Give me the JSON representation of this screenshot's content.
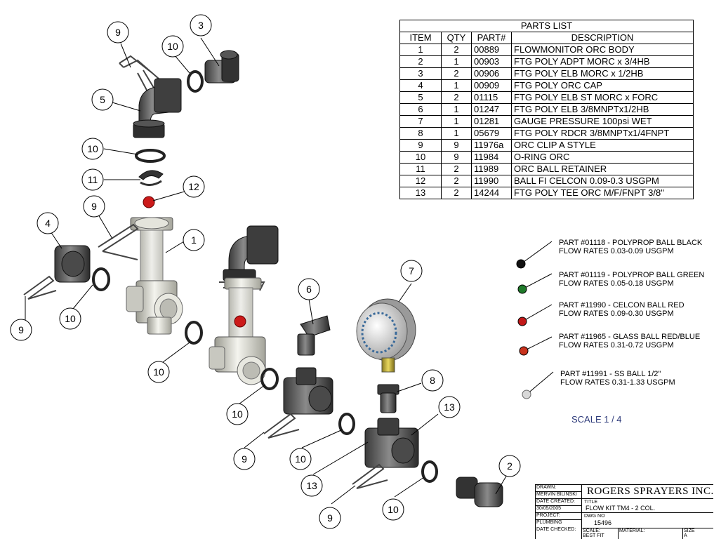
{
  "parts_list": {
    "title": "PARTS LIST",
    "headers": [
      "ITEM",
      "QTY",
      "PART#",
      "DESCRIPTION"
    ],
    "rows": [
      {
        "item": "1",
        "qty": "2",
        "part": "00889",
        "desc": "FLOWMONITOR ORC BODY"
      },
      {
        "item": "2",
        "qty": "1",
        "part": "00903",
        "desc": "FTG POLY ADPT MORC x 3/4HB"
      },
      {
        "item": "3",
        "qty": "2",
        "part": "00906",
        "desc": "FTG POLY ELB MORC x 1/2HB"
      },
      {
        "item": "4",
        "qty": "1",
        "part": "00909",
        "desc": "FTG POLY ORC CAP"
      },
      {
        "item": "5",
        "qty": "2",
        "part": "01115",
        "desc": "FTG POLY ELB ST MORC x FORC"
      },
      {
        "item": "6",
        "qty": "1",
        "part": "01247",
        "desc": "FTG POLY ELB 3/8MNPTx1/2HB"
      },
      {
        "item": "7",
        "qty": "1",
        "part": "01281",
        "desc": "GAUGE PRESSURE 100psi WET"
      },
      {
        "item": "8",
        "qty": "1",
        "part": "05679",
        "desc": "FTG POLY RDCR 3/8MNPTx1/4FNPT"
      },
      {
        "item": "9",
        "qty": "9",
        "part": "11976a",
        "desc": "ORC CLIP A STYLE"
      },
      {
        "item": "10",
        "qty": "9",
        "part": "11984",
        "desc": "O-RING ORC"
      },
      {
        "item": "11",
        "qty": "2",
        "part": "11989",
        "desc": "ORC BALL RETAINER"
      },
      {
        "item": "12",
        "qty": "2",
        "part": "11990",
        "desc": "BALL FI CELCON 0.09-0.3 USGPM"
      },
      {
        "item": "13",
        "qty": "2",
        "part": "14244",
        "desc": "FTG POLY TEE ORC M/F/FNPT 3/8\""
      }
    ]
  },
  "ball_options": [
    {
      "line1": "PART #01118 - POLYPROP BALL BLACK",
      "line2": "FLOW RATES 0.03-0.09 USGPM",
      "color": "#111111"
    },
    {
      "line1": "PART #01119 - POLYPROP BALL GREEN",
      "line2": "FLOW RATES 0.05-0.18 USGPM",
      "color": "#1f7a2a"
    },
    {
      "line1": "PART #11990 - CELCON BALL RED",
      "line2": "FLOW RATES 0.09-0.30 USGPM",
      "color": "#c21818"
    },
    {
      "line1": "PART #11965 - GLASS BALL RED/BLUE",
      "line2": "FLOW RATES 0.31-0.72 USGPM",
      "color": "#c8321c"
    },
    {
      "line1": "PART #11991 - SS BALL 1/2\"",
      "line2": "FLOW RATES 0.31-1.33 USGPM",
      "color": "#d8d8d8"
    }
  ],
  "scale_label": "SCALE 1 / 4",
  "callouts": {
    "c9a": "9",
    "c3": "3",
    "c10a": "10",
    "c5": "5",
    "c10b": "10",
    "c11": "11",
    "c12": "12",
    "c9b": "9",
    "c4": "4",
    "c1": "1",
    "c10c": "10",
    "c9c": "9",
    "c10d": "10",
    "c6": "6",
    "c7": "7",
    "c10e": "10",
    "c8": "8",
    "c13a": "13",
    "c9d": "9",
    "c10f": "10",
    "c13b": "13",
    "c2": "2",
    "c10g": "10",
    "c9e": "9"
  },
  "title_block": {
    "drawn_label": "DRAWN:",
    "drawn_by": "MERVIN BILINSKI",
    "date_created_label": "DATE CREATED:",
    "date_created": "30/05/2005",
    "project_label": "PROJECT:",
    "project": "PLUMBING",
    "date_checked_label": "DATE CHECKED:",
    "company": "ROGERS SPRAYERS INC.",
    "title_label": "TITLE",
    "title": "FLOW KIT TM4 - 2 COL.",
    "dwg_no_label": "DWG NO",
    "dwg_no": "15496",
    "scale_label": "SCALE:",
    "scale": "BEST FIT",
    "material_label": "MATERIAL:",
    "size_label": "SIZE",
    "size": "A"
  }
}
